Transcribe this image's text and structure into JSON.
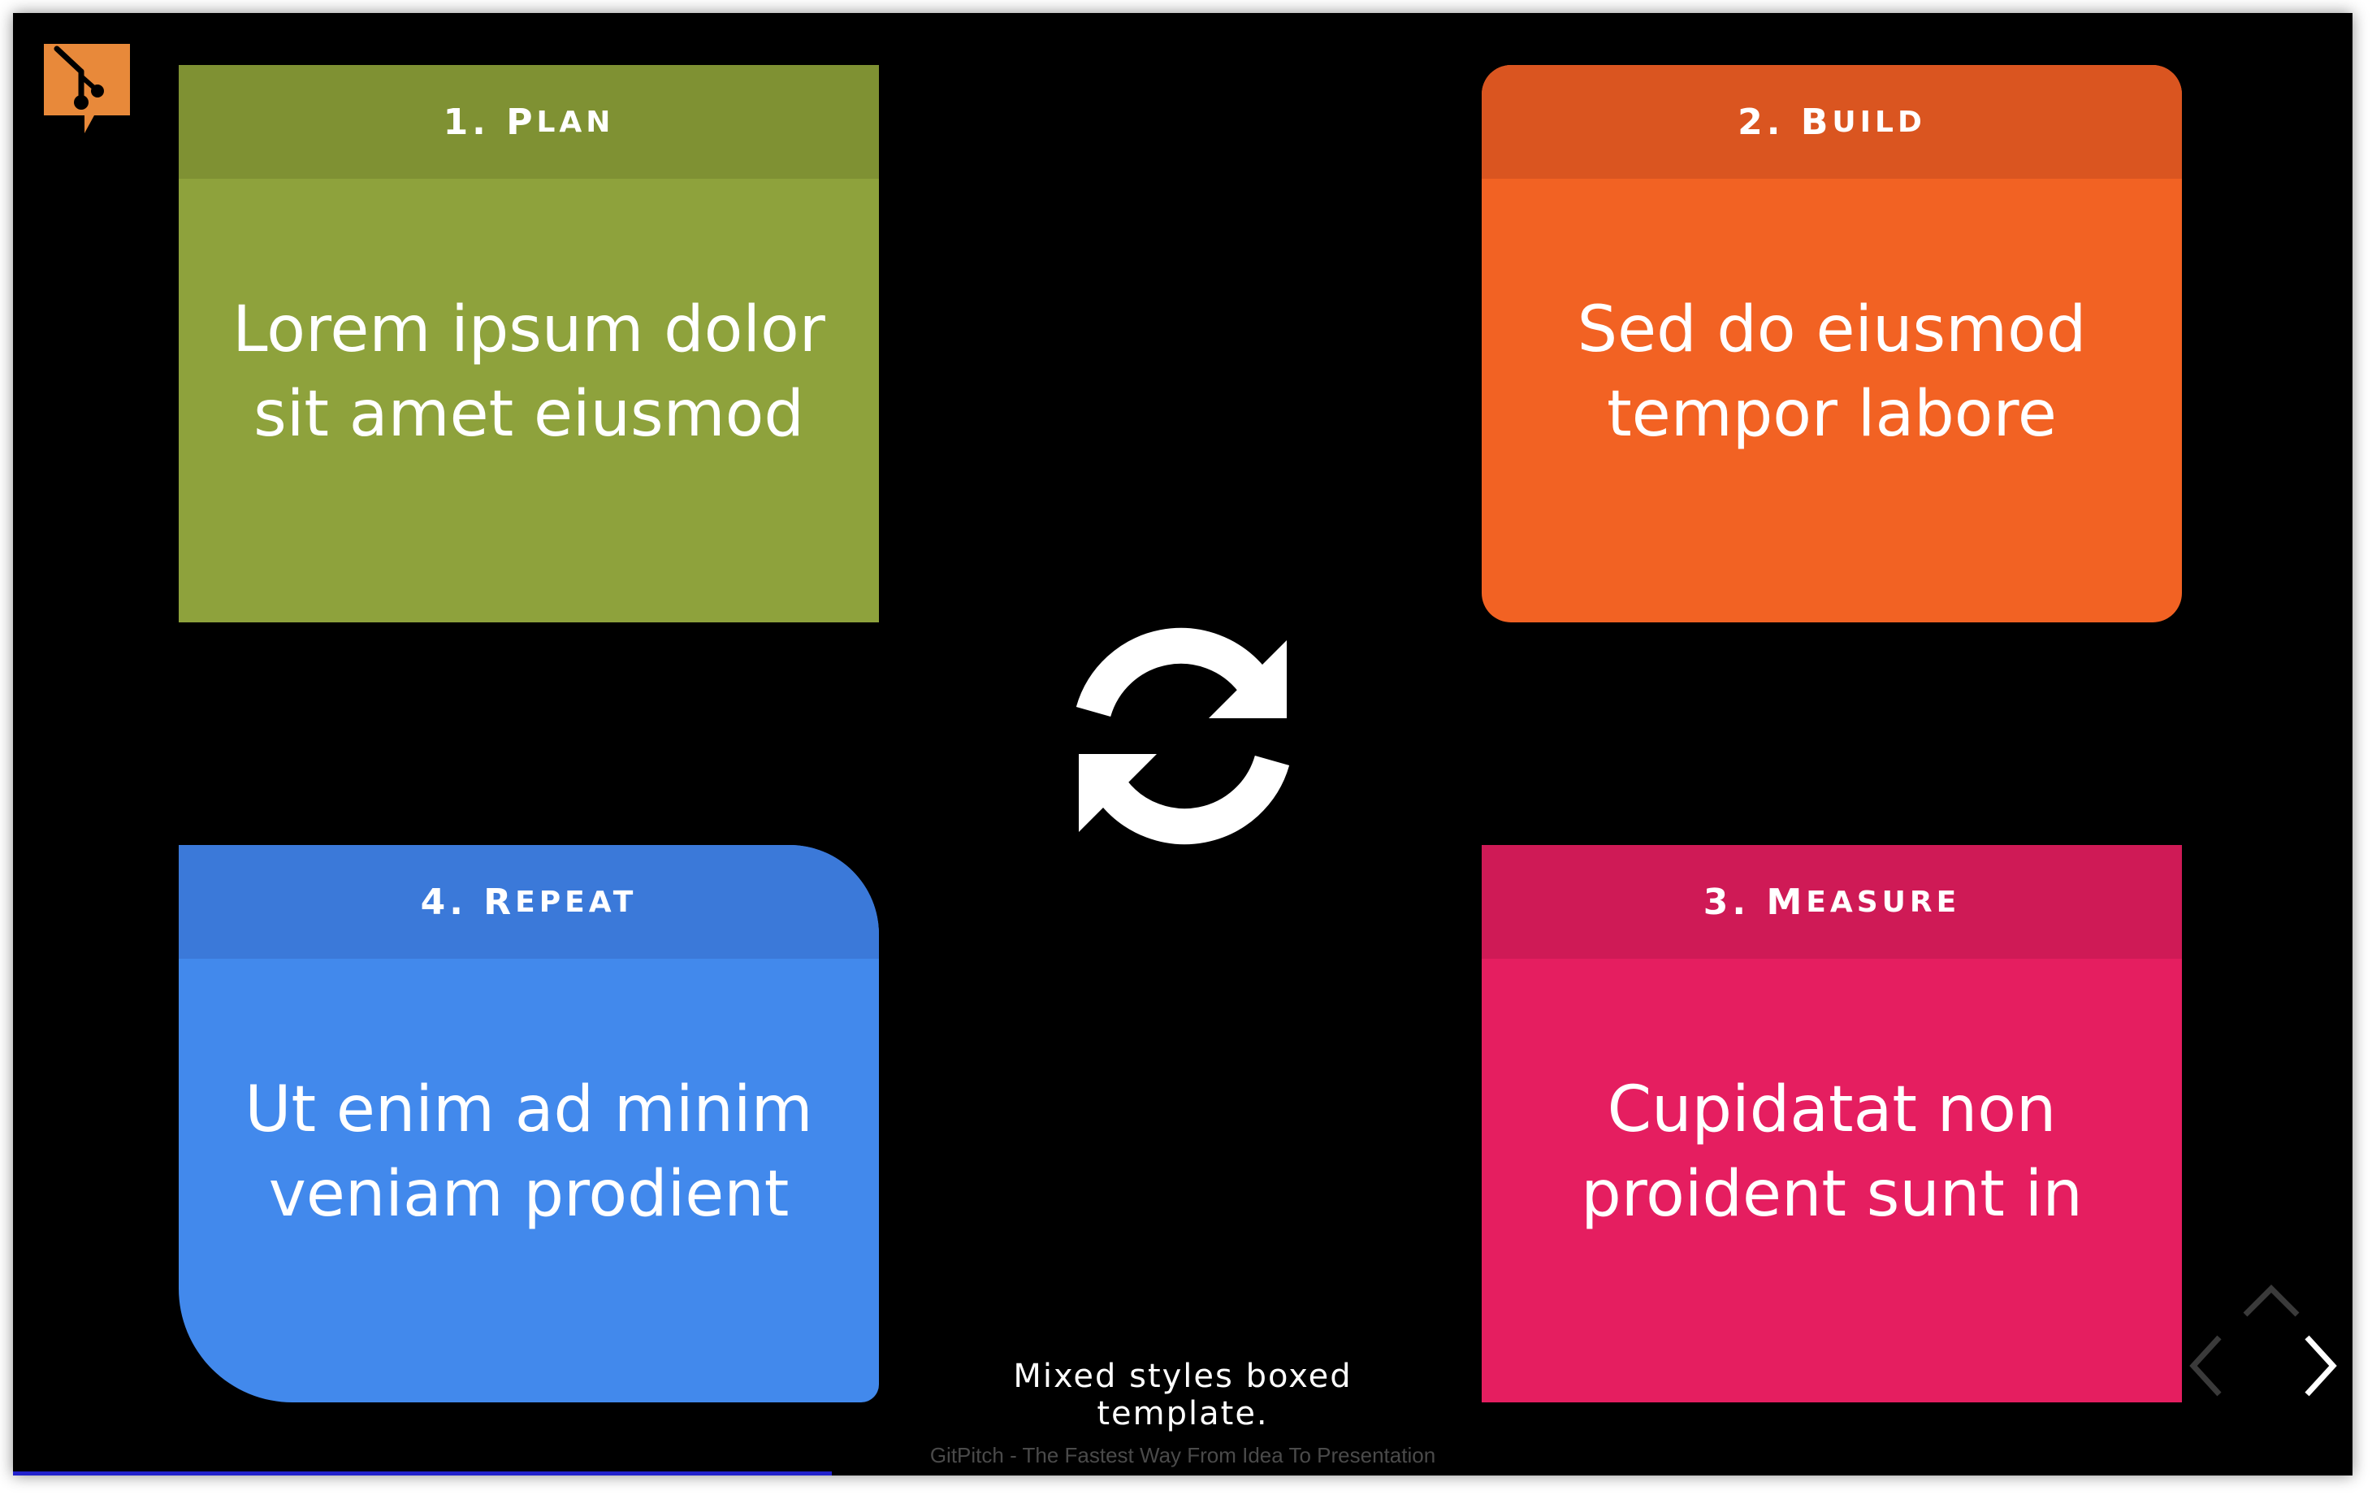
{
  "boxes": {
    "plan": {
      "number": "1.",
      "title_first": "P",
      "title_rest": "lan",
      "text": "Lorem ipsum dolor sit amet eiusmod"
    },
    "build": {
      "number": "2.",
      "title_first": "B",
      "title_rest": "uild",
      "text": "Sed do eiusmod tempor labore"
    },
    "measure": {
      "number": "3.",
      "title_first": "M",
      "title_rest": "easure",
      "text": "Cupidatat non proident sunt in"
    },
    "repeat": {
      "number": "4.",
      "title_first": "R",
      "title_rest": "epeat",
      "text": "Ut enim ad minim veniam prodient"
    }
  },
  "caption": "Mixed styles boxed template.",
  "footer": "GitPitch - The Fastest Way From Idea To Presentation",
  "progress_fraction": 0.35,
  "colors": {
    "plan": "#8ea23c",
    "build": "#f26223",
    "measure": "#e51e60",
    "repeat": "#4289ec",
    "logo": "#e8893a"
  },
  "icons": {
    "logo": "gitpitch-logo-icon",
    "center": "sync-cycle-icon",
    "nav_up": "chevron-up-icon",
    "nav_left": "chevron-left-icon",
    "nav_right": "chevron-right-icon"
  }
}
